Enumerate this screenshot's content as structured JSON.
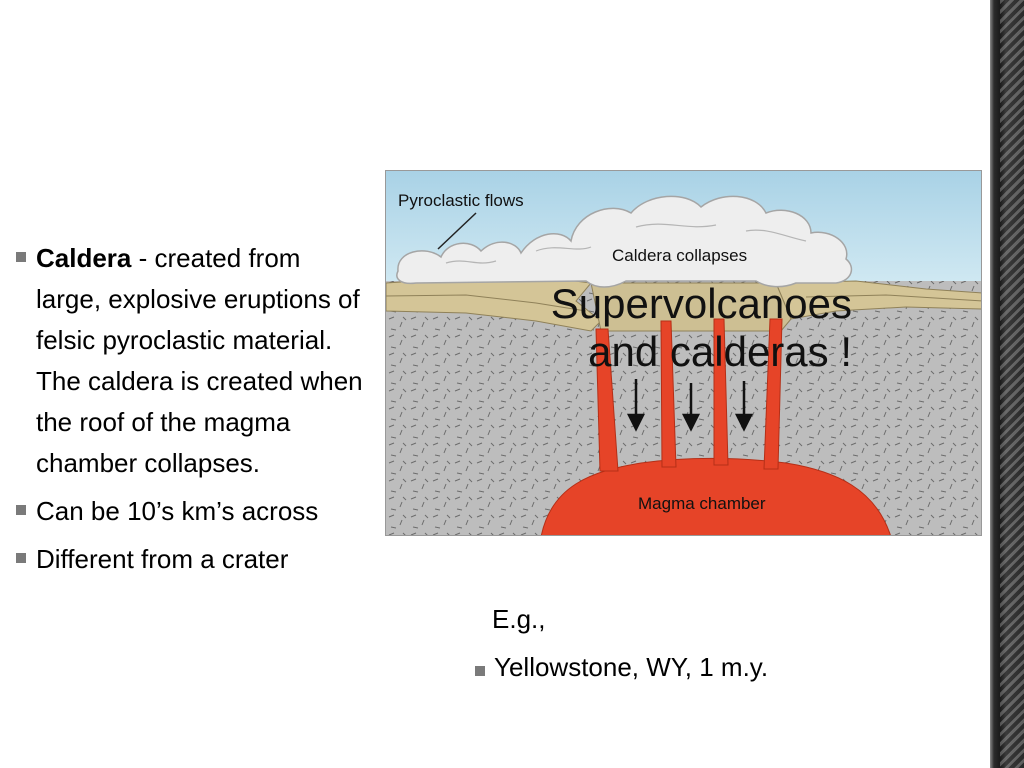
{
  "slide": {
    "left_bullets": [
      {
        "term": "Caldera",
        "text": " - created from large, explosive eruptions of felsic pyroclastic material. The caldera is created when the roof of the magma chamber collapses."
      },
      {
        "term": "",
        "text": "Can be 10’s km’s across"
      },
      {
        "term": "",
        "text": "Different from a crater"
      }
    ],
    "overlay_title": "Supervolcanoes and calderas !",
    "eg_label": "E.g.,",
    "right_bullets": [
      "Yellowstone, WY, 1 m.y."
    ]
  },
  "diagram": {
    "labels": {
      "pyroclastic_flows": "Pyroclastic flows",
      "caldera_collapses": "Caldera collapses",
      "magma_chamber": "Magma chamber"
    },
    "colors": {
      "sky": "#b8dcea",
      "rock": "#b9b9b9",
      "layers": "#d6c79a",
      "magma": "#e8432a",
      "cloud": "#ececec"
    }
  }
}
